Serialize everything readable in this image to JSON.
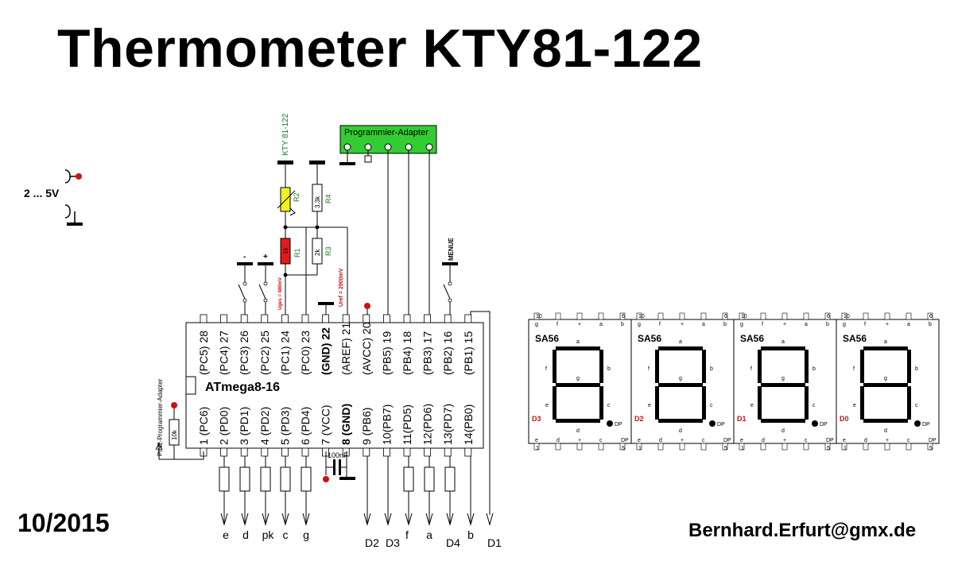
{
  "title": "Thermometer KTY81-122",
  "date": "10/2015",
  "author_email": "Bernhard.Erfurt@gmx.de",
  "supply_label": "2 ... 5V",
  "mcu": {
    "name": "ATmega8-16",
    "top_pins": [
      "(PC5) 28",
      "(PC4) 27",
      "(PC3) 26",
      "(PC2) 25",
      "(PC1) 24",
      "(PC0) 23",
      "(GND) 22",
      "(AREF) 21",
      "(AVCC) 20",
      "(PB5) 19",
      "(PB4) 18",
      "(PB3) 17",
      "(PB2) 16",
      "(PB1) 15"
    ],
    "bottom_pins": [
      "1 (PC6)",
      "2 (PD0)",
      "3 (PD1)",
      "4 (PD2)",
      "5 (PD3)",
      "6 (PD4)",
      "7 (VCC)",
      "8 (GND)",
      "9 (PB6)",
      "10(PB7)",
      "11(PD5)",
      "12(PD6)",
      "13(PD7)",
      "14(PB0)"
    ]
  },
  "programmer": {
    "label": "Programmier-Adapter",
    "pin2_label": "PIN2-Programmier-Adapter"
  },
  "components": {
    "sensor_label": "KTY 81-122",
    "r2": "R2",
    "r4": "R4",
    "r4_value": "3,3k",
    "r1": "R1",
    "r1_value": "1k",
    "r3": "R3",
    "r3_value": "2k",
    "reset_resistor": "10k",
    "capacitor": "100nF",
    "uges": "Uges = 480mV",
    "uref": "Uref = 2900mV",
    "minus": "-",
    "plus": "+",
    "menu": "MENUE"
  },
  "outputs": {
    "left": [
      "e",
      "d",
      "pk",
      "c",
      "g"
    ],
    "right": [
      "D2",
      "D3",
      "f",
      "a",
      "D4",
      "b",
      "D1"
    ]
  },
  "displays": [
    {
      "model": "SA56",
      "digit": "D3"
    },
    {
      "model": "SA56",
      "digit": "D2"
    },
    {
      "model": "SA56",
      "digit": "D1"
    },
    {
      "model": "SA56",
      "digit": "D0"
    }
  ],
  "display_pins": {
    "top": [
      "10",
      "g",
      "f",
      "+",
      "a",
      "b",
      "6"
    ],
    "bottom": [
      "1",
      "e",
      "d",
      "+",
      "c",
      "DP",
      "5"
    ],
    "segments": [
      "a",
      "b",
      "c",
      "d",
      "e",
      "f",
      "g",
      "DP"
    ]
  },
  "colors": {
    "sensor": "#f2f21e",
    "resistor_red": "#e51919",
    "adapter": "#33cc33",
    "label_green": "#1a7a1a",
    "note_red": "#cc1111"
  }
}
